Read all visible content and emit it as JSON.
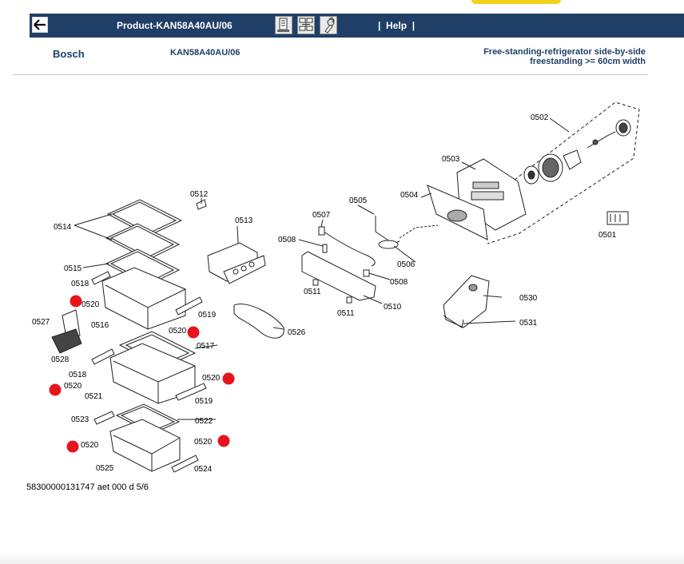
{
  "header": {
    "product_title": "Product-KAN58A40AU/06",
    "help_label": "Help",
    "help_sep": "|"
  },
  "info": {
    "brand": "Bosch",
    "model": "KAN58A40AU/06",
    "category_line1": "Free-standing-refrigerator side-by-side",
    "category_line2": "freestanding >= 60cm width"
  },
  "footer": {
    "drawing_code": "58300000131747 aet 000 d 5/6"
  },
  "diagram": {
    "part_labels": [
      "0502",
      "0503",
      "0504",
      "0505",
      "0506",
      "0507",
      "0508",
      "0508",
      "0510",
      "0511",
      "0511",
      "0501",
      "0512",
      "0513",
      "0514",
      "0515",
      "0516",
      "0517",
      "0518",
      "0518",
      "0519",
      "0519",
      "0520",
      "0520",
      "0520",
      "0520",
      "0520",
      "0520",
      "0521",
      "0522",
      "0523",
      "0524",
      "0525",
      "0526",
      "0527",
      "0528",
      "0530",
      "0531"
    ],
    "marker_color": "#e8141b"
  },
  "icons": {
    "back": "back-arrow-icon",
    "tools": [
      "parts-list-icon",
      "exploded-view-icon",
      "tools-icon"
    ]
  }
}
